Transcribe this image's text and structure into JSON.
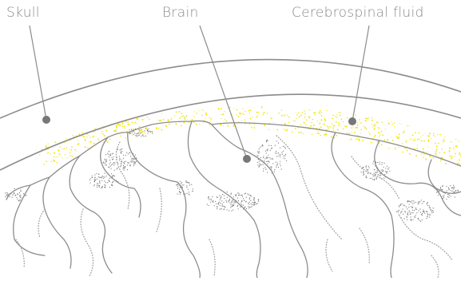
{
  "labels": {
    "skull": "Skull",
    "brain": "Brain",
    "csf": "Cerebrospinal fluid"
  },
  "colors": {
    "outline": "#8c8c8c",
    "fluid": "#f2e500",
    "dots": "#777777",
    "label_text": "#8a8a8a"
  }
}
